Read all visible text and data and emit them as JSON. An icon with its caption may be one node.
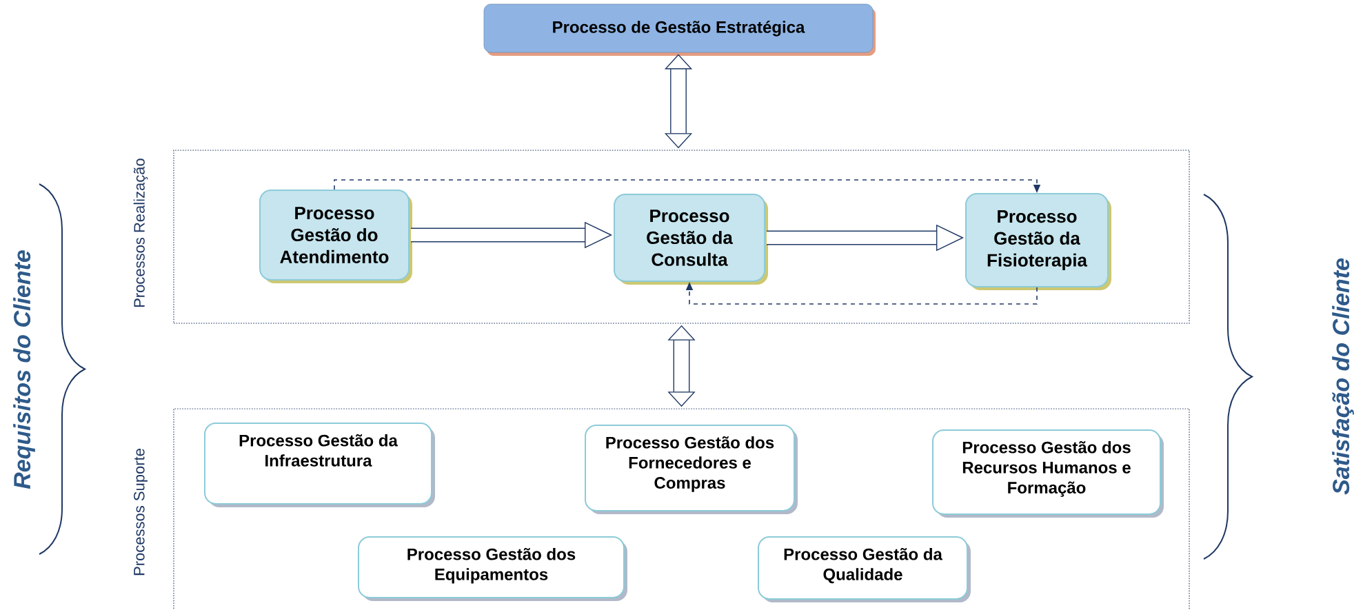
{
  "diagram": {
    "nodes": [
      {
        "text": [
          "Processo de Gestão Estratégica"
        ]
      },
      {
        "text": [
          "Processos Realização"
        ]
      },
      {
        "text": [
          "Processo Gestão do Atendimento"
        ],
        "in": 1
      },
      {
        "text": [
          "Processo Gestão da Consulta"
        ],
        "in": 1
      },
      {
        "text": [
          "Processo Gestão da Fisioterapia"
        ],
        "in": 1
      },
      {
        "text": [
          "Processos Suporte"
        ]
      },
      {
        "text": [
          "Processo Gestão da Infraestrutura"
        ],
        "in": 5
      },
      {
        "text": [
          "Processo Gestão dos Fornecedores e Compras"
        ],
        "in": 5
      },
      {
        "text": [
          "Processo Gestão dos Recursos Humanos e Formação"
        ],
        "in": 5
      },
      {
        "text": [
          "Processo Gestão dos Equipamentos"
        ],
        "in": 5
      },
      {
        "text": [
          "Processo Gestão da Qualidade"
        ],
        "in": 5
      }
    ],
    "edges": [
      {
        "from": 0,
        "to": 1,
        "arrow": "both"
      },
      {
        "from": 2,
        "to": 3,
        "arrow": "to"
      },
      {
        "from": 3,
        "to": 4,
        "arrow": "to"
      },
      {
        "from": 2,
        "to": 4,
        "arrow": "to",
        "style": "dashed"
      },
      {
        "from": 4,
        "to": 3,
        "arrow": "to",
        "style": "dashed"
      },
      {
        "from": 1,
        "to": 5,
        "arrow": "both"
      }
    ],
    "labels": [
      "Requisitos do Cliente",
      "Satisfação do Cliente"
    ]
  }
}
